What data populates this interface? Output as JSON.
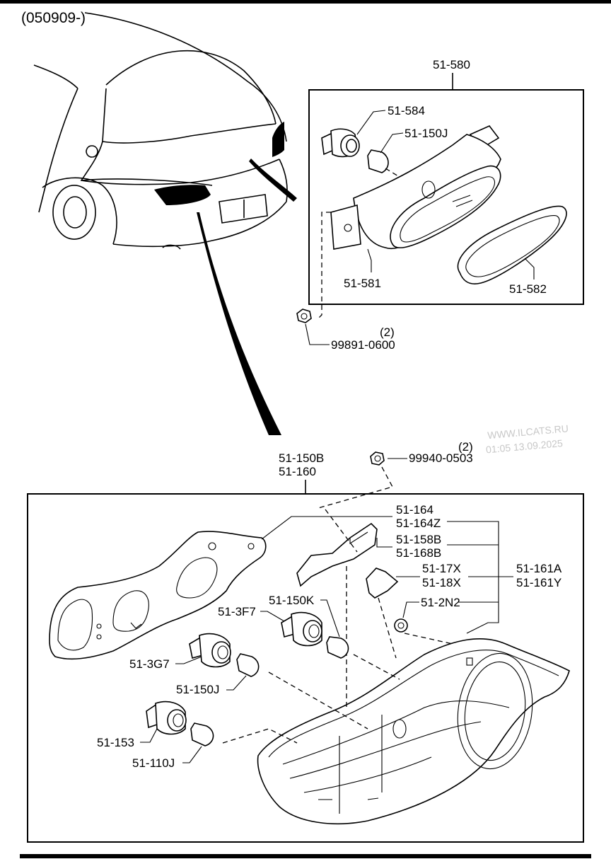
{
  "header": {
    "range_code": "(050909-)"
  },
  "watermark": {
    "site": "WWW.ILCATS.RU",
    "timestamp": "01:05 13.09.2025"
  },
  "upper_assembly": {
    "label": "51-580",
    "parts": {
      "socket": "51-584",
      "bulb": "51-150J",
      "housing": "51-581",
      "gasket": "51-582"
    },
    "nut": {
      "code": "99891-0600",
      "qty": "(2)"
    }
  },
  "lower_assembly": {
    "label_line1": "51-150B",
    "label_line2": "51-160",
    "nut": {
      "code": "99940-0503",
      "qty": "(2)"
    },
    "parts": {
      "gasket_a": "51-164",
      "gasket_b": "51-164Z",
      "bracket_a": "51-158B",
      "bracket_b": "51-168B",
      "clip_a": "51-17X",
      "clip_b": "51-18X",
      "grommet": "51-2N2",
      "lens_a": "51-161A",
      "lens_b": "51-161Y",
      "socket_upper_bulb": "51-150K",
      "socket_upper": "51-3F7",
      "socket_mid": "51-3G7",
      "socket_mid_bulb": "51-150J",
      "socket_lower": "51-153",
      "socket_lower_bulb": "51-110J"
    }
  }
}
